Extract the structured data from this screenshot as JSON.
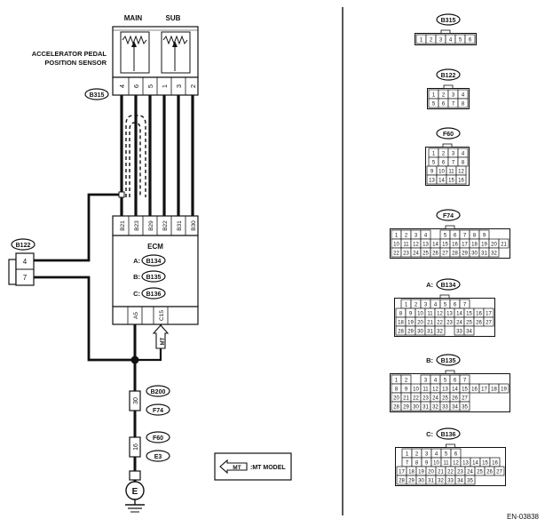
{
  "sensor": {
    "main_label": "MAIN",
    "sub_label": "SUB",
    "name_line1": "ACCELERATOR PEDAL",
    "name_line2": "POSITION SENSOR",
    "connector_id": "B315",
    "pins": [
      "4",
      "6",
      "5",
      "1",
      "3",
      "2"
    ]
  },
  "ecm": {
    "title": "ECM",
    "pins_top": [
      "B21",
      "B23",
      "B29",
      "B22",
      "B31",
      "B30"
    ],
    "connectors": [
      {
        "prefix": "A:",
        "id": "B134"
      },
      {
        "prefix": "B:",
        "id": "B135"
      },
      {
        "prefix": "C:",
        "id": "B136"
      }
    ],
    "pins_bottom": [
      "A5",
      "C15"
    ]
  },
  "left_connector": {
    "id": "B122",
    "pins": [
      "4",
      "7"
    ]
  },
  "mt_tag": "MT",
  "ground_path": [
    {
      "pin": "30",
      "ids": [
        "B200",
        "F74"
      ]
    },
    {
      "pin": "16",
      "ids": [
        "F60",
        "E3"
      ]
    }
  ],
  "ground_label": "E",
  "legend": {
    "tag": "MT",
    "text": ":MT MODEL"
  },
  "figure_code": "EN-03838",
  "pinouts": [
    {
      "id": "B315",
      "rows": [
        [
          "1",
          "2",
          "3",
          "4",
          "5",
          "6"
        ]
      ]
    },
    {
      "id": "B122",
      "rows": [
        [
          "1",
          "2",
          "3",
          "4"
        ],
        [
          "5",
          "6",
          "7",
          "8"
        ]
      ]
    },
    {
      "id": "F60",
      "rows": [
        [
          "1",
          "2",
          "3",
          "4"
        ],
        [
          "5",
          "6",
          "7",
          "8"
        ],
        [
          "9",
          "10",
          "11",
          "12"
        ],
        [
          "13",
          "14",
          "15",
          "16"
        ]
      ]
    },
    {
      "id": "F74",
      "rows": [
        [
          "1",
          "2",
          "3",
          "4",
          "",
          "5",
          "6",
          "7",
          "8",
          "9"
        ],
        [
          "10",
          "11",
          "12",
          "13",
          "14",
          "15",
          "16",
          "17",
          "18",
          "19",
          "20",
          "21"
        ],
        [
          "22",
          "23",
          "24",
          "25",
          "26",
          "27",
          "28",
          "29",
          "30",
          "31",
          "32"
        ]
      ]
    },
    {
      "id": "B134",
      "prefix": "A:",
      "rows": [
        [
          "1",
          "2",
          "3",
          "4",
          "5",
          "6",
          "7"
        ],
        [
          "8",
          "9",
          "10",
          "11",
          "12",
          "13",
          "14",
          "15",
          "16",
          "17"
        ],
        [
          "18",
          "19",
          "20",
          "21",
          "22",
          "23",
          "24",
          "25",
          "26",
          "27"
        ],
        [
          "28",
          "29",
          "30",
          "31",
          "32",
          "",
          "33",
          "34"
        ]
      ]
    },
    {
      "id": "B135",
      "prefix": "B:",
      "rows": [
        [
          "1",
          "2",
          "",
          "3",
          "4",
          "5",
          "6",
          "7"
        ],
        [
          "8",
          "9",
          "10",
          "11",
          "12",
          "13",
          "14",
          "15",
          "16",
          "17",
          "18",
          "19"
        ],
        [
          "20",
          "21",
          "22",
          "23",
          "24",
          "25",
          "26",
          "27"
        ],
        [
          "28",
          "29",
          "30",
          "31",
          "32",
          "33",
          "34",
          "35"
        ]
      ]
    },
    {
      "id": "B136",
      "prefix": "C:",
      "rows": [
        [
          "1",
          "2",
          "3",
          "4",
          "5",
          "6"
        ],
        [
          "7",
          "8",
          "9",
          "10",
          "11",
          "12",
          "13",
          "14",
          "15",
          "16"
        ],
        [
          "17",
          "18",
          "19",
          "20",
          "21",
          "22",
          "23",
          "24",
          "25",
          "26",
          "27"
        ],
        [
          "28",
          "29",
          "30",
          "31",
          "32",
          "33",
          "34",
          "35"
        ]
      ]
    }
  ]
}
